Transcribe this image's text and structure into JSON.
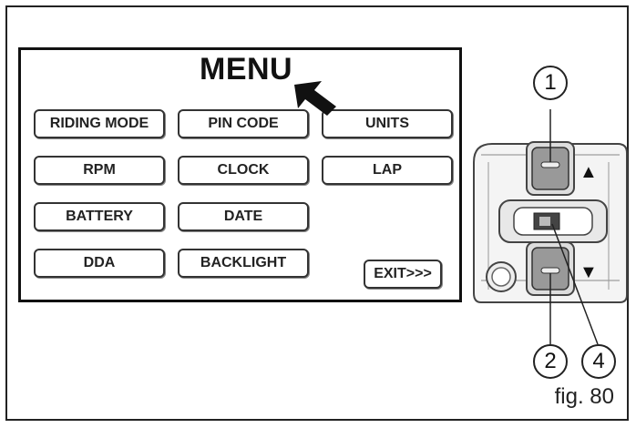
{
  "menu": {
    "title": "MENU",
    "buttons": [
      "RIDING MODE",
      "PIN CODE",
      "UNITS",
      "RPM",
      "CLOCK",
      "LAP",
      "BATTERY",
      "DATE",
      "DDA",
      "BACKLIGHT"
    ],
    "exit_label": "EXIT>>>"
  },
  "device": {
    "up_symbol": "▲",
    "down_symbol": "▼"
  },
  "callouts": [
    "1",
    "2",
    "4"
  ],
  "caption": "fig. 80"
}
